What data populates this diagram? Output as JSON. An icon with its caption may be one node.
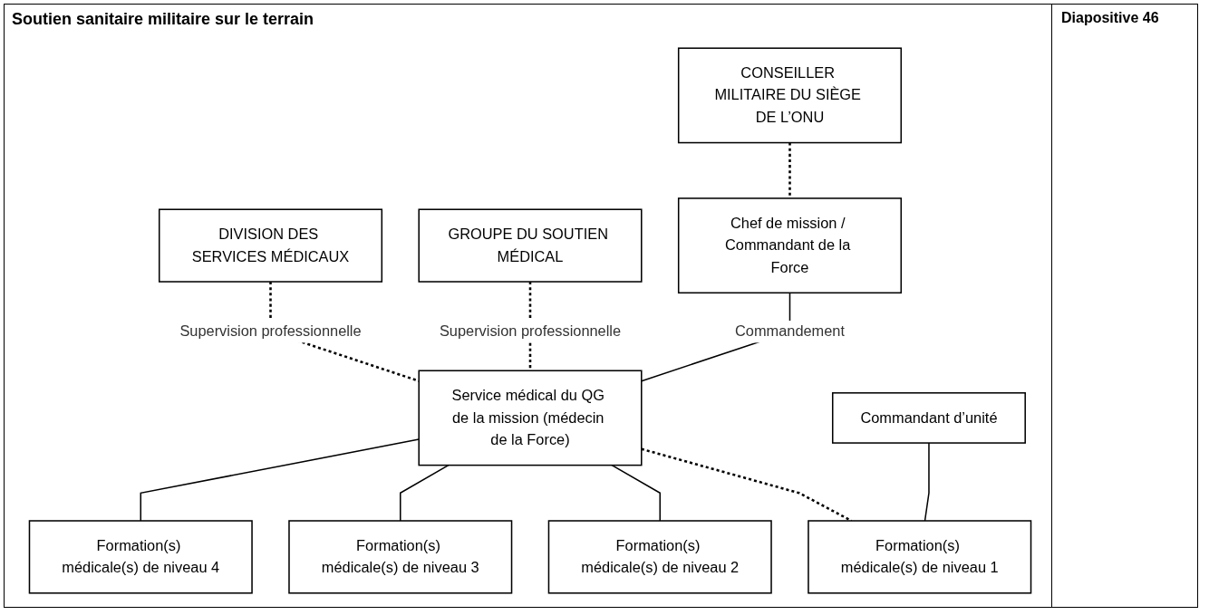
{
  "diagram": {
    "title": "Soutien sanitaire militaire sur le terrain",
    "nodes": [
      {
        "text": [
          "DIVISION DES SERVICES MÉDICAUX"
        ]
      },
      {
        "text": [
          "CONSEILLER MILITAIRE DU SIÈGE DE L’ONU"
        ]
      },
      {
        "text": [
          "GROUPE DU SOUTIEN MÉDICAL"
        ]
      },
      {
        "text": [
          "Chef de mission / Commandant de la Force"
        ]
      },
      {
        "text": [
          "Service médical du QG de la mission (médecin de la Force)"
        ]
      },
      {
        "text": [
          "Commandant d’unité"
        ]
      },
      {
        "text": [
          "Formation(s) médicale(s) de niveau 1"
        ]
      },
      {
        "text": [
          "Formation(s) médicale(s) de niveau 2"
        ]
      },
      {
        "text": [
          "Formation(s) médicale(s) de niveau 3"
        ]
      },
      {
        "text": [
          "Formation(s) médicale(s) de niveau 4"
        ]
      }
    ],
    "edges": [
      {
        "from": 1,
        "to": 3,
        "arrow": "none",
        "style": "dashed"
      },
      {
        "from": 0,
        "to": 4,
        "arrow": "none",
        "style": "dashed",
        "label": "Supervision professionnelle"
      },
      {
        "from": 3,
        "to": 4,
        "arrow": "none",
        "label": "Commandement"
      },
      {
        "from": 2,
        "to": 4,
        "arrow": "none",
        "style": "dashed",
        "label": "Supervision professionnelle"
      },
      {
        "from": 4,
        "to": 6,
        "arrow": "none",
        "style": "dashed"
      },
      {
        "from": 4,
        "to": 7,
        "arrow": "none"
      },
      {
        "from": 4,
        "to": 8,
        "arrow": "none"
      },
      {
        "from": 4,
        "to": 9,
        "arrow": "none"
      },
      {
        "from": 5,
        "to": 6,
        "arrow": "none"
      }
    ],
    "labels": [
      "Diapositive 46"
    ]
  }
}
